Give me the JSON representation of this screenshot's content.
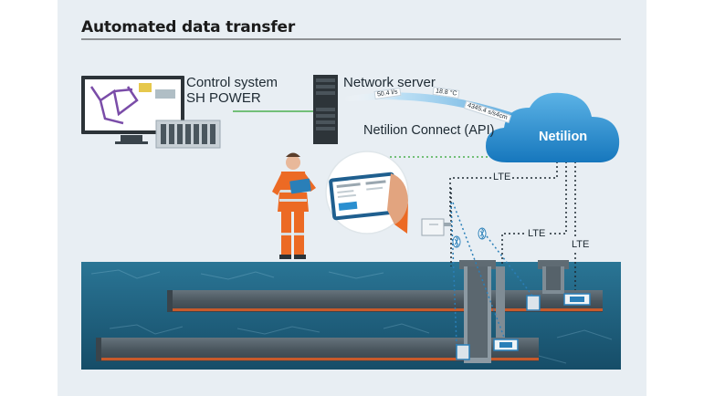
{
  "title": "Automated data transfer",
  "labels": {
    "control_system_line1": "Control system",
    "control_system_line2": "SH POWER",
    "network_server": "Network server",
    "netilion_connect": "Netilion Connect (API)",
    "netilion": "Netilion",
    "lte_1": "LTE",
    "lte_2": "LTE",
    "lte_3": "LTE"
  },
  "data_stream": [
    "50.4 l/s",
    "18.8 °C",
    "4345.4 s/s4cm"
  ],
  "colors": {
    "background_panel": "#e8eef3",
    "cloud": "#2a8fd0",
    "ground": "#1c5d7c",
    "pipe": "#4f5b64",
    "pipe_stripe": "#c85a2b",
    "link_green": "#4caf50",
    "worker_orange": "#ec6a24"
  },
  "icons": [
    "monitor-icon",
    "server-icon",
    "cloud-icon",
    "worker-icon",
    "tablet-icon",
    "bluetooth-icon",
    "sensor-icon"
  ]
}
